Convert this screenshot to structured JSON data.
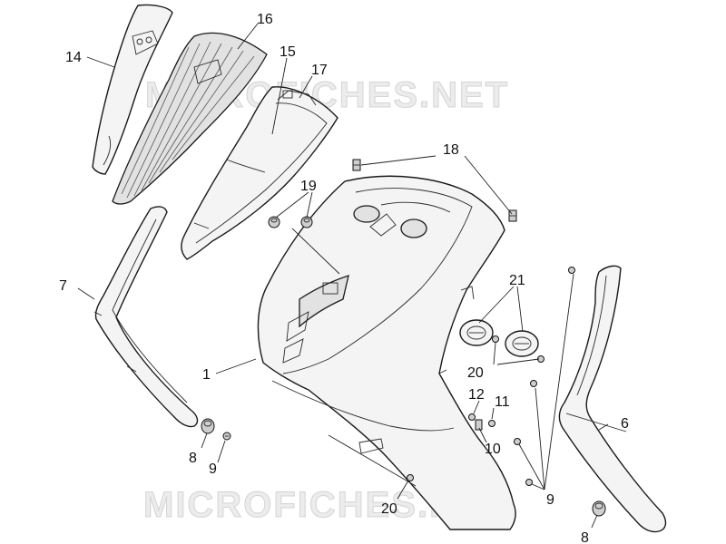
{
  "watermark": {
    "text": "MICROFICHES.NET"
  },
  "callouts": [
    {
      "id": "c1",
      "label": "1"
    },
    {
      "id": "c6",
      "label": "6"
    },
    {
      "id": "c7",
      "label": "7"
    },
    {
      "id": "c8a",
      "label": "8"
    },
    {
      "id": "c8b",
      "label": "8"
    },
    {
      "id": "c9a",
      "label": "9"
    },
    {
      "id": "c9b",
      "label": "9"
    },
    {
      "id": "c10",
      "label": "10"
    },
    {
      "id": "c11",
      "label": "11"
    },
    {
      "id": "c12",
      "label": "12"
    },
    {
      "id": "c14",
      "label": "14"
    },
    {
      "id": "c15",
      "label": "15"
    },
    {
      "id": "c16",
      "label": "16"
    },
    {
      "id": "c17",
      "label": "17"
    },
    {
      "id": "c18",
      "label": "18"
    },
    {
      "id": "c19",
      "label": "19"
    },
    {
      "id": "c20a",
      "label": "20"
    },
    {
      "id": "c20b",
      "label": "20"
    },
    {
      "id": "c21",
      "label": "21"
    }
  ],
  "colors": {
    "line": "#1a1a1a",
    "fill": "#f4f4f4",
    "background": "#ffffff"
  }
}
